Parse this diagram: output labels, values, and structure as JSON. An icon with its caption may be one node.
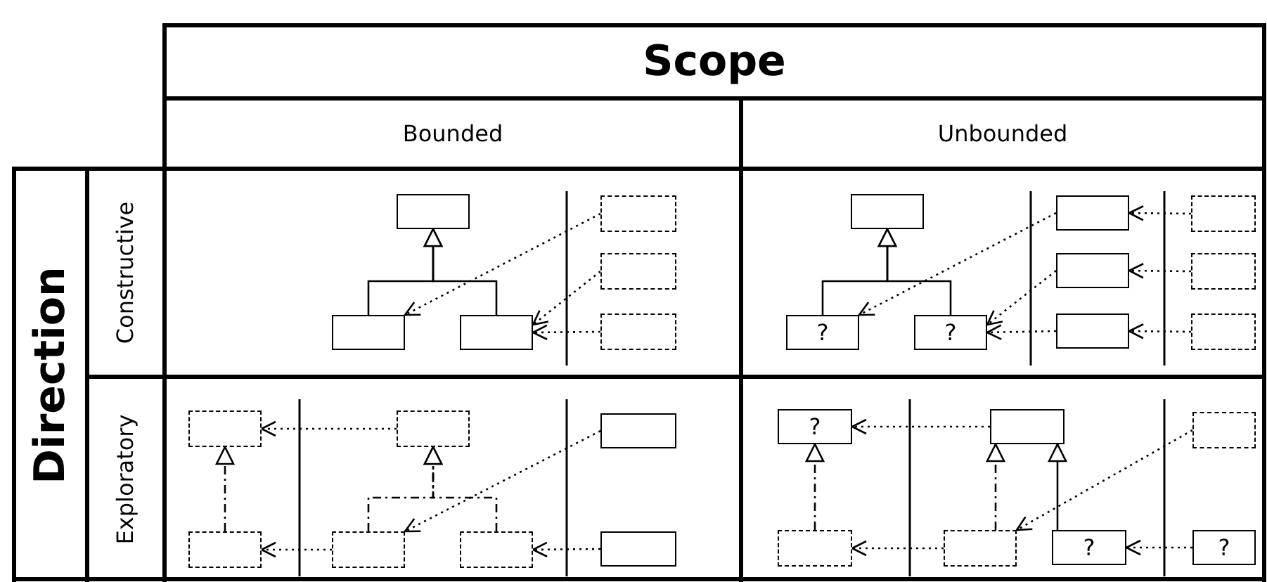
{
  "diagram": {
    "nodes": [
      {
        "text": [],
        "shape": "box"
      },
      {
        "text": [],
        "shape": "box"
      },
      {
        "text": [],
        "shape": "box"
      },
      {
        "text": [],
        "shape": "box"
      },
      {
        "text": [],
        "shape": "box"
      },
      {
        "text": [],
        "shape": "box"
      },
      {
        "text": [],
        "shape": "box"
      },
      {
        "text": [
          "?"
        ]
      },
      {
        "text": [
          "?"
        ]
      },
      {
        "text": [],
        "shape": "box"
      },
      {
        "text": [],
        "shape": "box"
      },
      {
        "text": [],
        "shape": "box"
      },
      {
        "text": [],
        "shape": "box"
      },
      {
        "text": [],
        "shape": "box"
      },
      {
        "text": [],
        "shape": "box"
      },
      {
        "text": [],
        "shape": "box"
      },
      {
        "text": [],
        "shape": "box"
      },
      {
        "text": [],
        "shape": "box"
      },
      {
        "text": [],
        "shape": "box"
      },
      {
        "text": [],
        "shape": "box"
      },
      {
        "text": [],
        "shape": "box"
      },
      {
        "text": [],
        "shape": "box"
      },
      {
        "text": [
          "?"
        ]
      },
      {
        "text": [],
        "shape": "box"
      },
      {
        "text": [],
        "shape": "box"
      },
      {
        "text": [],
        "shape": "box"
      },
      {
        "text": [],
        "shape": "box"
      },
      {
        "text": [
          "?"
        ]
      },
      {
        "text": [
          "?"
        ]
      }
    ],
    "edges": [
      {
        "from": 1,
        "to": 0,
        "arrow": "to"
      },
      {
        "from": 2,
        "to": 0,
        "arrow": "to"
      },
      {
        "from": 3,
        "to": 1,
        "arrow": "to",
        "style": "dashed"
      },
      {
        "from": 4,
        "to": 2,
        "arrow": "to",
        "style": "dashed"
      },
      {
        "from": 5,
        "to": 2,
        "arrow": "to",
        "style": "dashed"
      },
      {
        "from": 7,
        "to": 6,
        "arrow": "to"
      },
      {
        "from": 8,
        "to": 6,
        "arrow": "to"
      },
      {
        "from": 9,
        "to": 7,
        "arrow": "to",
        "style": "dashed"
      },
      {
        "from": 10,
        "to": 8,
        "arrow": "to",
        "style": "dashed"
      },
      {
        "from": 11,
        "to": 8,
        "arrow": "to",
        "style": "dashed"
      },
      {
        "from": 12,
        "to": 9,
        "arrow": "to",
        "style": "dashed"
      },
      {
        "from": 13,
        "to": 10,
        "arrow": "to",
        "style": "dashed"
      },
      {
        "from": 14,
        "to": 11,
        "arrow": "to",
        "style": "dashed"
      },
      {
        "from": 18,
        "to": 15,
        "arrow": "to",
        "style": "dashed"
      },
      {
        "from": 16,
        "to": 15,
        "arrow": "to",
        "style": "dashed"
      },
      {
        "from": 19,
        "to": 16,
        "arrow": "to",
        "style": "dashed"
      },
      {
        "from": 20,
        "to": 16,
        "arrow": "to",
        "style": "dashed"
      },
      {
        "from": 19,
        "to": 18,
        "arrow": "to",
        "style": "dashed"
      },
      {
        "from": 17,
        "to": 19,
        "arrow": "to",
        "style": "dashed"
      },
      {
        "from": 21,
        "to": 20,
        "arrow": "to",
        "style": "dashed"
      },
      {
        "from": 25,
        "to": 22,
        "arrow": "to",
        "style": "dashed"
      },
      {
        "from": 23,
        "to": 22,
        "arrow": "to",
        "style": "dashed"
      },
      {
        "from": 26,
        "to": 25,
        "arrow": "to",
        "style": "dashed"
      },
      {
        "from": 26,
        "to": 23,
        "arrow": "to",
        "style": "dashed"
      },
      {
        "from": 27,
        "to": 23,
        "arrow": "to"
      },
      {
        "from": 24,
        "to": 26,
        "arrow": "to",
        "style": "dashed"
      },
      {
        "from": 28,
        "to": 27,
        "arrow": "to",
        "style": "dashed"
      }
    ],
    "labels": [
      "Scope",
      "Bounded",
      "Unbounded",
      "Direction",
      "Constructive",
      "Exploratory"
    ]
  }
}
